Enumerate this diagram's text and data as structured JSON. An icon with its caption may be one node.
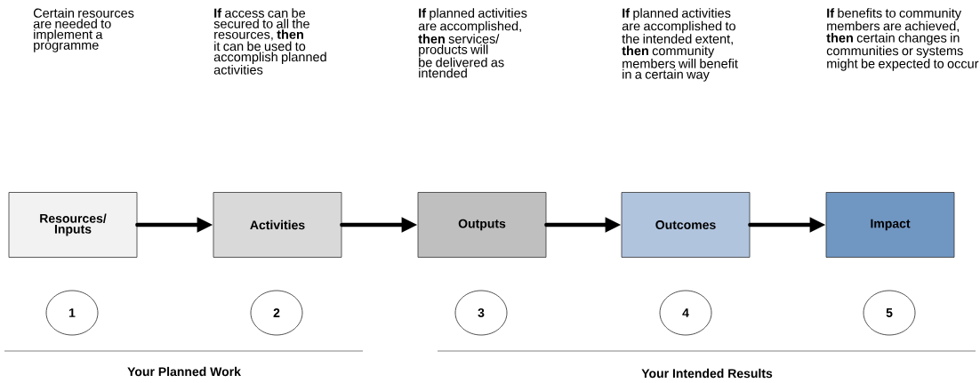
{
  "diagram": {
    "nodes": [
      {
        "text": [
          "Resources/ Inputs"
        ]
      },
      {
        "text": [
          "Activities"
        ]
      },
      {
        "text": [
          "Outputs"
        ]
      },
      {
        "text": [
          "Outcomes"
        ]
      },
      {
        "text": [
          "Impact"
        ]
      },
      {
        "text": [
          "1"
        ]
      },
      {
        "text": [
          "2"
        ]
      },
      {
        "text": [
          "3"
        ]
      },
      {
        "text": [
          "4"
        ]
      },
      {
        "text": [
          "5"
        ]
      }
    ],
    "edges": [
      {
        "from": 0,
        "to": 1,
        "arrow": "to"
      },
      {
        "from": 1,
        "to": 2,
        "arrow": "to"
      },
      {
        "from": 2,
        "to": 3,
        "arrow": "to"
      },
      {
        "from": 3,
        "to": 4,
        "arrow": "to"
      }
    ],
    "labels": [
      "Certain resources are needed to implement a programme",
      "**If** access can be secured to all the resources, **then** it can be used to accomplish planned activities",
      "**If** planned activities are accomplished, **then** services/ products will be delivered as intended",
      "**If** planned activities are accomplished to the intended extent, **then** community members will benefit in a certain way",
      "**If** benefits to community members are achieved, **then** certain changes in communities or systems might be expected to occur",
      "Your Planned Work",
      "Your Intended Results"
    ]
  }
}
